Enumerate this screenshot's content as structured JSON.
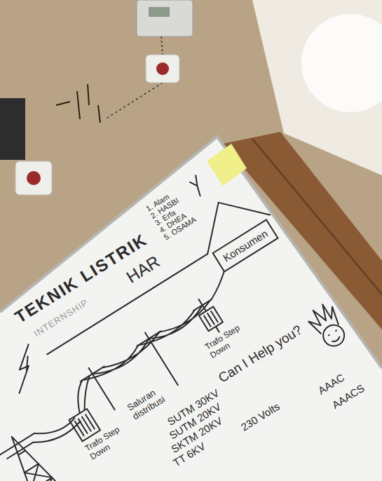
{
  "diagram": {
    "title": "TEKNIK LISTRIK",
    "nodes": [
      {
        "text": [
          "Konsumen"
        ]
      }
    ],
    "labels": [
      "INTERNSHIP",
      "HAR",
      "1. Alam",
      "2. HASBI",
      "3. Erfa",
      "4. DHEA",
      "5. OSAMA",
      "Trafo Step Down",
      "Saluran distribusi",
      "Trafo Step Down",
      "SUTM 30KV",
      "SUTM 20KV",
      "SKTM 20KV",
      "TT 6KV",
      "230 Volts",
      "Can I Help you?",
      "AAAC",
      "AAACS"
    ]
  }
}
